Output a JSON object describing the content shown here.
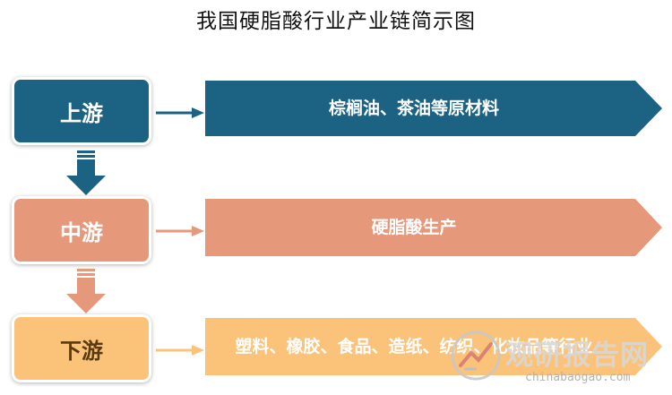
{
  "title": "我国硬脂酸行业产业链简示图",
  "stages": [
    {
      "label": "上游",
      "content": "棕榈油、茶油等原材料",
      "color": "#1c6383"
    },
    {
      "label": "中游",
      "content": "硬脂酸生产",
      "color": "#e5987a"
    },
    {
      "label": "下游",
      "content": "塑料、橡胶、食品、造纸、纺织、化妆品等行业",
      "color": "#fbc27a"
    }
  ],
  "watermark": {
    "brand": "观研报告网",
    "url": "chinabaogao.com"
  }
}
